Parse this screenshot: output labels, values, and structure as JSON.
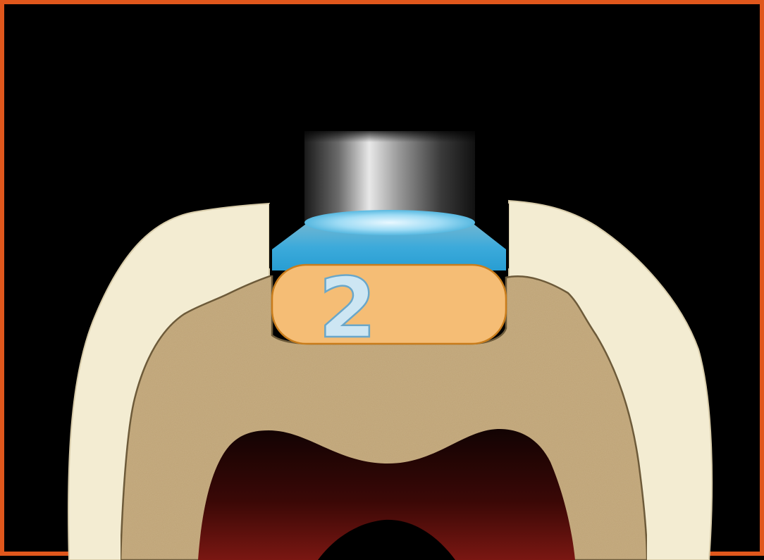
{
  "diagram": {
    "layer_label": "2",
    "colors": {
      "border": "#e0571c",
      "background": "#000000",
      "enamel": "#f3ecd2",
      "dentin": "#c6ad82",
      "pulp_top": "#1a0504",
      "pulp_bottom": "#7a1712",
      "curing_light": "#4ab9e8",
      "composite_layer": "#f5bd75",
      "layer_label": "#cde6f3"
    },
    "icons": [
      "tooth-cross-section",
      "curing-light-tip",
      "blue-light-beam",
      "composite-increment"
    ]
  }
}
